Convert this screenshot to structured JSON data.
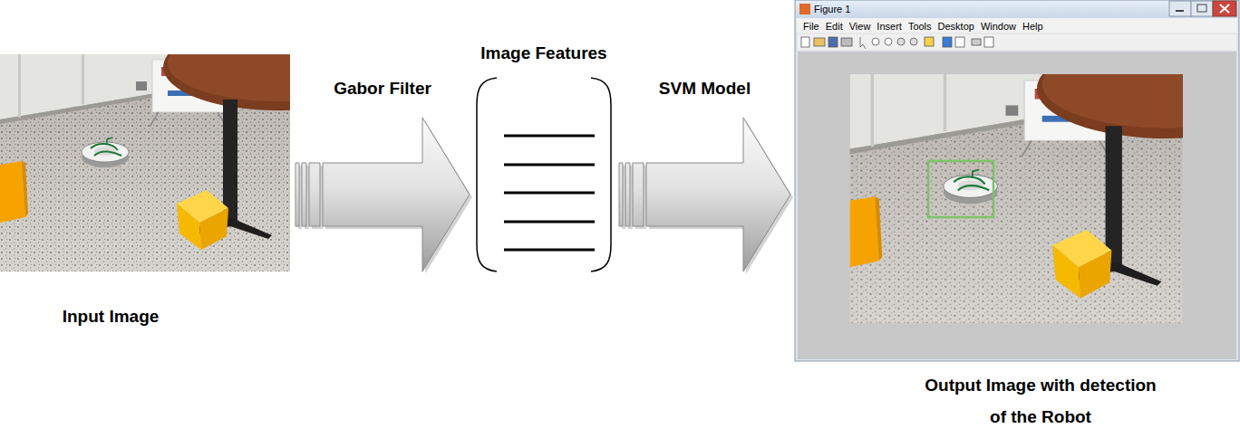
{
  "diagram": {
    "nodes": [
      {
        "text": [
          "Input Image"
        ]
      },
      {
        "text": [
          "Image Features"
        ]
      },
      {
        "text": [
          "Output Image with detection of the Robot"
        ]
      }
    ],
    "edges": [
      {
        "from": 0,
        "to": 1,
        "label": "Gabor Filter",
        "arrow": "to"
      },
      {
        "from": 1,
        "to": 2,
        "label": "SVM Model",
        "arrow": "to"
      }
    ],
    "labels": [
      "Figure 1",
      "File",
      "Edit",
      "View",
      "Insert",
      "Tools",
      "Desktop",
      "Window",
      "Help"
    ]
  }
}
